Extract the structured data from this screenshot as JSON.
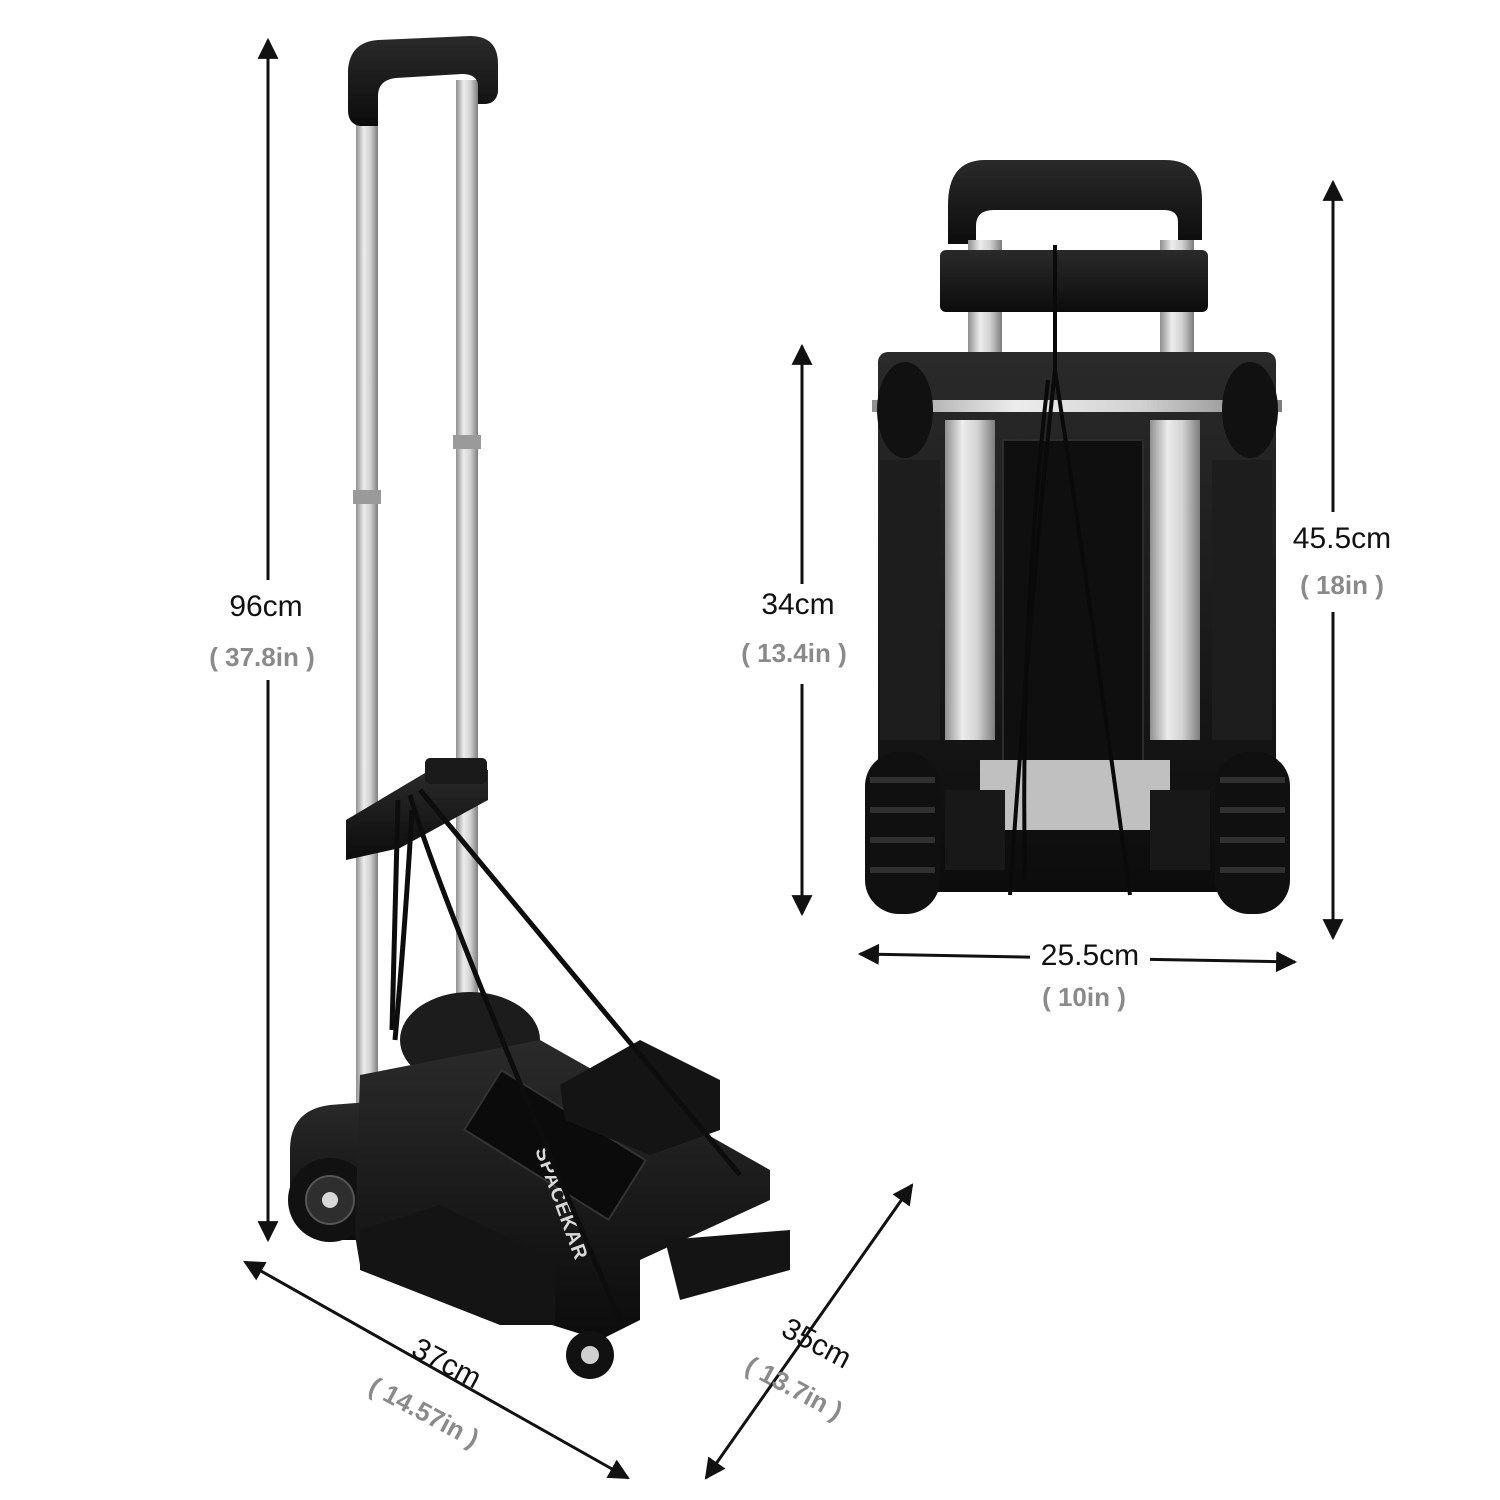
{
  "brand": {
    "logo_text": "SPACEKAR"
  },
  "dimensions": {
    "unfolded_height": {
      "metric": "96cm",
      "imperial": "( 37.8in )"
    },
    "platform_length": {
      "metric": "37cm",
      "imperial": "( 14.57in )"
    },
    "platform_depth": {
      "metric": "35cm",
      "imperial": "( 13.7in )"
    },
    "folded_height": {
      "metric": "45.5cm",
      "imperial": "( 18in )"
    },
    "folded_body_height": {
      "metric": "34cm",
      "imperial": "( 13.4in )"
    },
    "folded_width": {
      "metric": "25.5cm",
      "imperial": "( 10in )"
    }
  },
  "colors": {
    "plastic": "#161616",
    "aluminum": "#c9c9c9",
    "cord": "#0d0d0d",
    "arrow": "#111111"
  }
}
